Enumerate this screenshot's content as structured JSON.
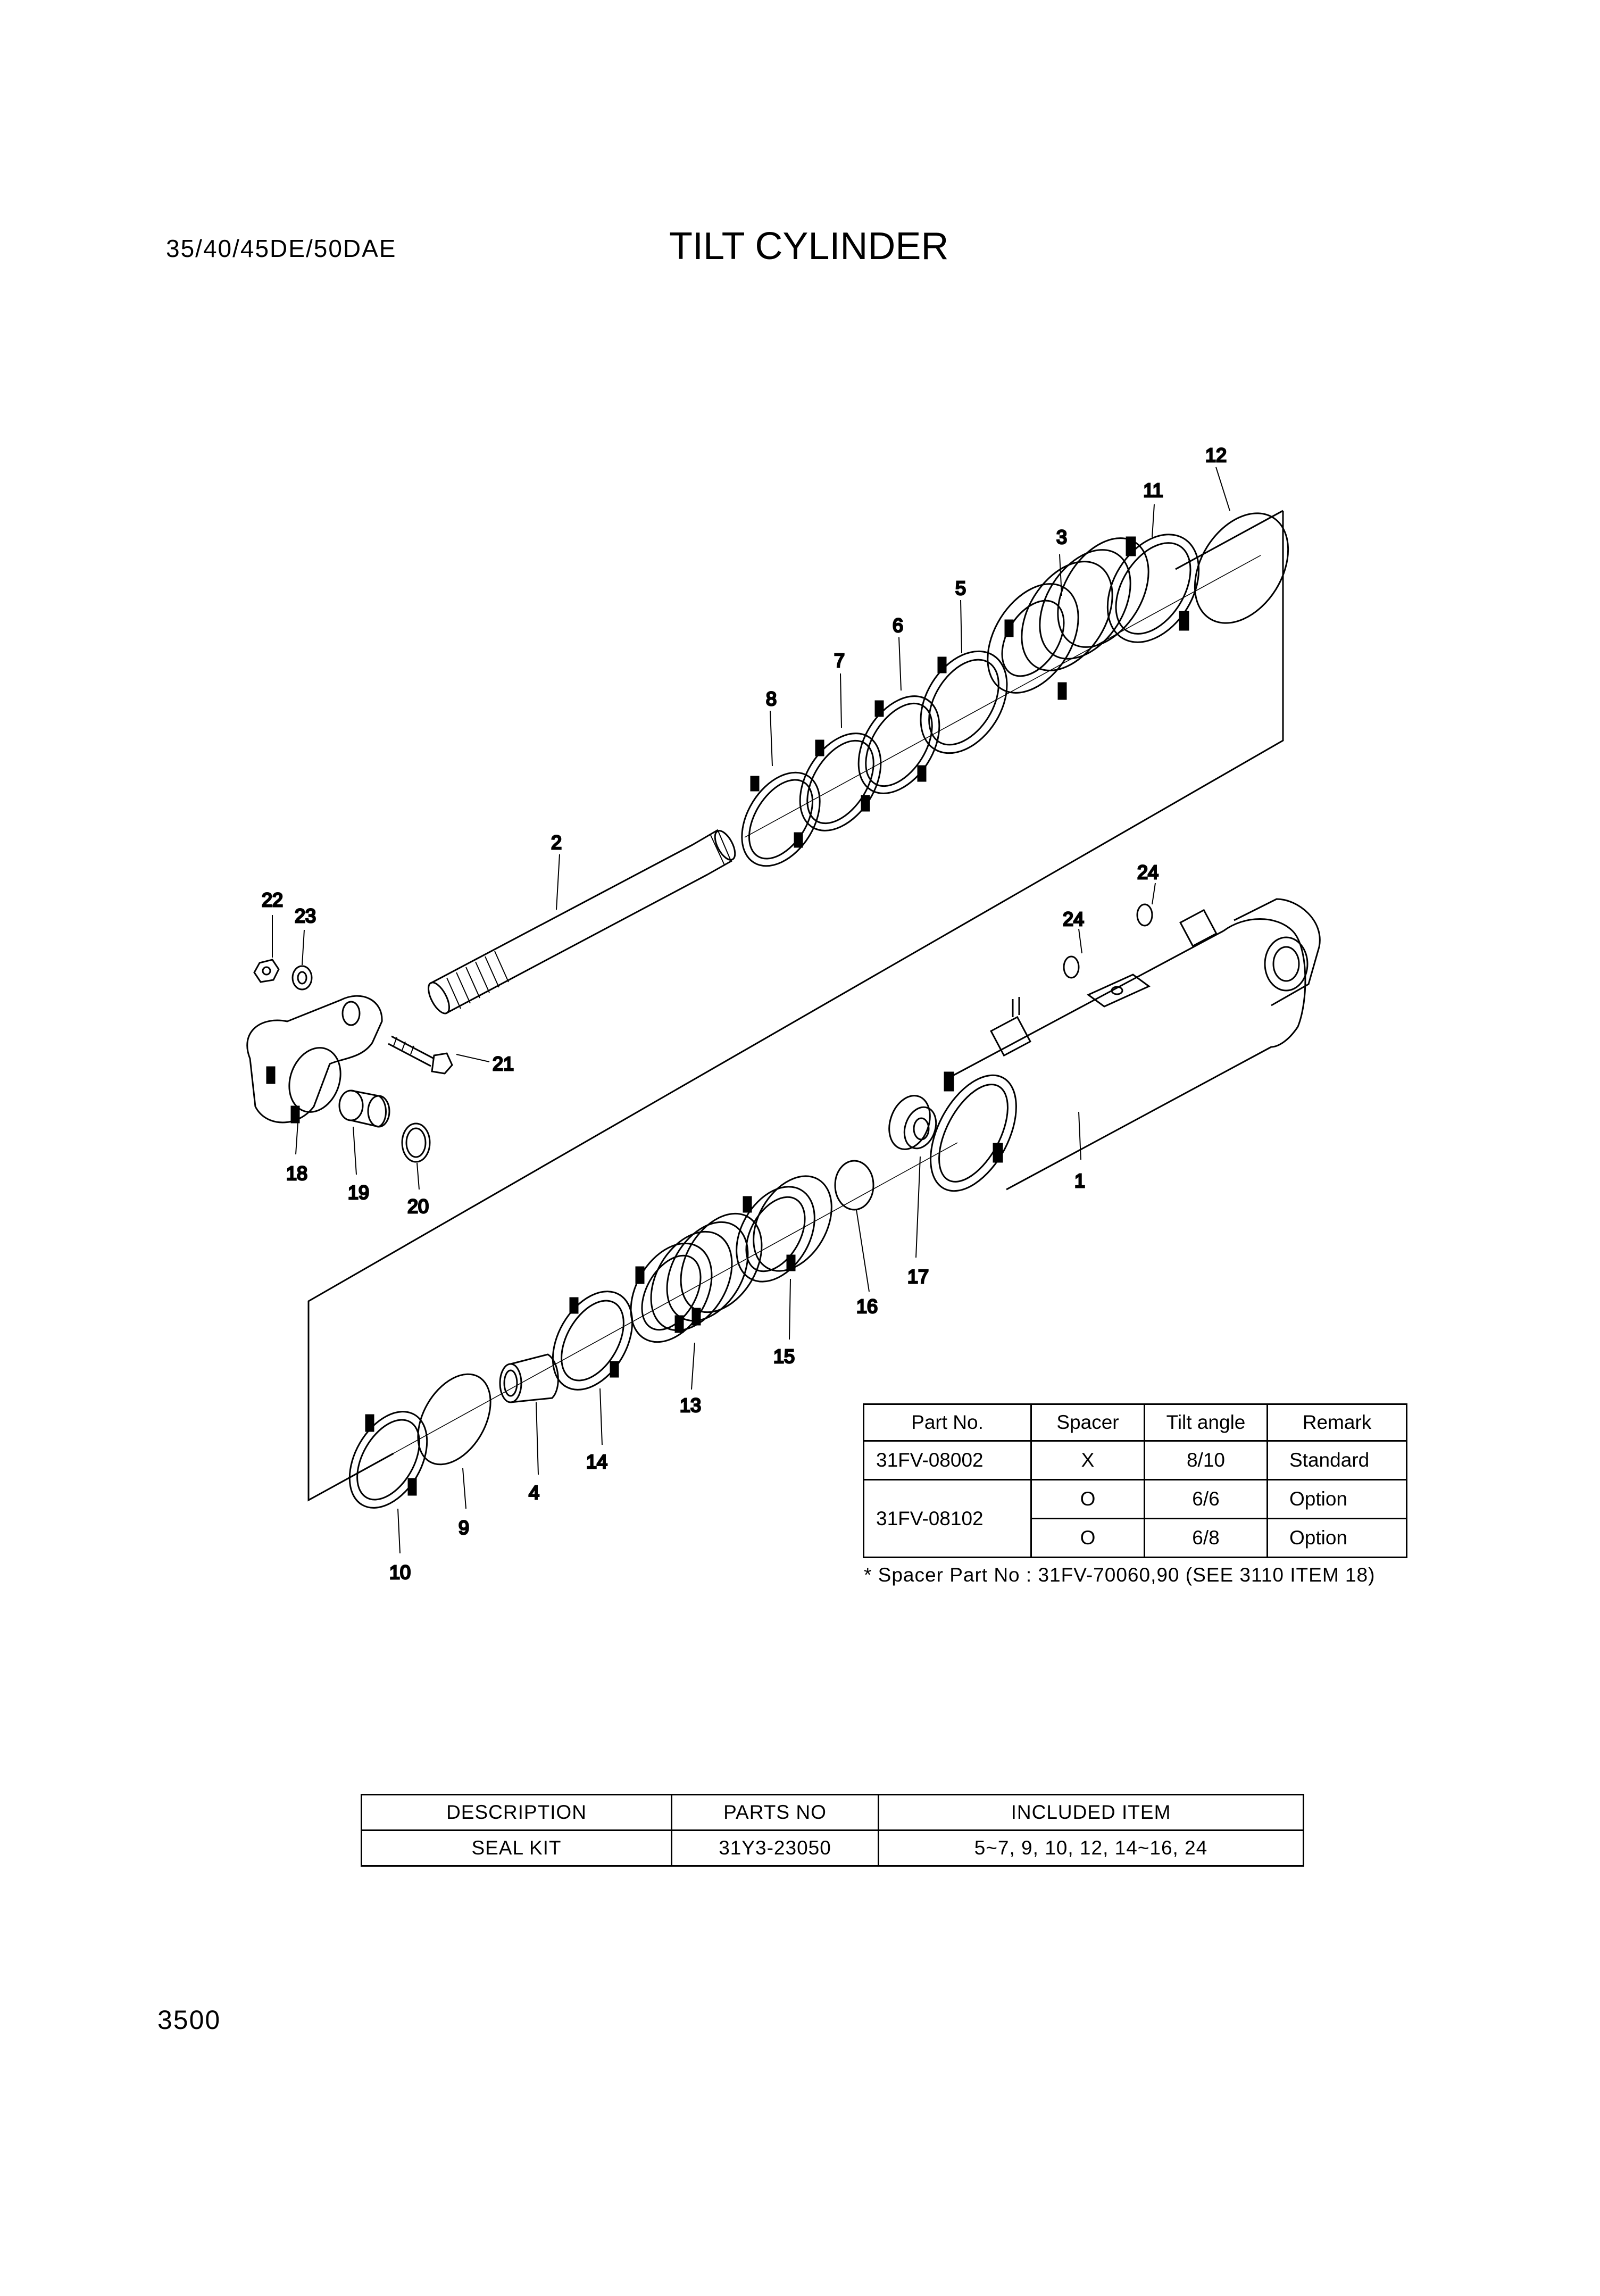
{
  "header": {
    "model": "35/40/45DE/50DAE",
    "title": "TILT CYLINDER"
  },
  "callouts": {
    "c1": "1",
    "c2": "2",
    "c3": "3",
    "c4": "4",
    "c5": "5",
    "c6": "6",
    "c7": "7",
    "c8": "8",
    "c9": "9",
    "c10": "10",
    "c11": "11",
    "c12": "12",
    "c13": "13",
    "c14": "14",
    "c15": "15",
    "c16": "16",
    "c17": "17",
    "c18": "18",
    "c19": "19",
    "c20": "20",
    "c21": "21",
    "c22": "22",
    "c23": "23",
    "c24a": "24",
    "c24b": "24"
  },
  "spacer_table": {
    "headers": [
      "Part No.",
      "Spacer",
      "Tilt angle",
      "Remark"
    ],
    "rows": [
      {
        "part_no": "31FV-08002",
        "spacer": "X",
        "tilt_angle": "8/10",
        "remark": "Standard"
      },
      {
        "part_no": "31FV-08102",
        "spacer": "O",
        "tilt_angle": "6/6",
        "remark": "Option"
      },
      {
        "part_no": "",
        "spacer": "O",
        "tilt_angle": "6/8",
        "remark": "Option"
      }
    ],
    "note": "* Spacer Part No : 31FV-70060,90 (SEE 3110 ITEM 18)"
  },
  "kit_table": {
    "headers": [
      "DESCRIPTION",
      "PARTS NO",
      "INCLUDED ITEM"
    ],
    "row": {
      "description": "SEAL KIT",
      "parts_no": "31Y3-23050",
      "included": "5~7, 9, 10, 12, 14~16, 24"
    }
  },
  "footer": {
    "page_number": "3500"
  }
}
